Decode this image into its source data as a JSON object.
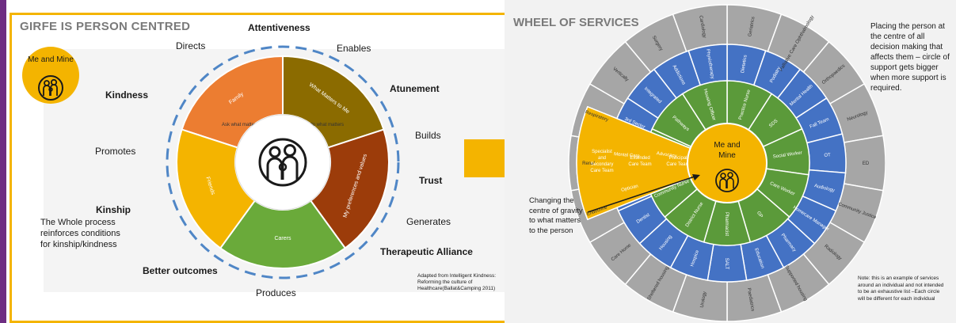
{
  "left": {
    "title": "GIRFE IS PERSON CENTRED",
    "badge": "Me and Mine",
    "labels": {
      "attentiveness": "Attentiveness",
      "directs": "Directs",
      "enables": "Enables",
      "kindness": "Kindness",
      "atunement": "Atunement",
      "builds": "Builds",
      "promotes": "Promotes",
      "trust": "Trust",
      "kinship": "Kinship",
      "generates": "Generates",
      "therapeutic": "Therapeutic Alliance",
      "better": "Better outcomes",
      "produces": "Produces"
    },
    "whole_process": "The Whole process reinforces conditions for kinship/kindness",
    "segments": [
      "Family",
      "What Matters to Me",
      "My preferences and values",
      "Carers",
      "Friends"
    ],
    "center_ring_text": "Ask what matters, Listen to what matters, do what matters",
    "citation": "Adapted from Intelligent Kindness: Reforming the culture of Healthcare(Ballat&Camping 2011)"
  },
  "right": {
    "title": "WHEEL OF SERVICES",
    "center": "Me and Mine",
    "top_note": "Placing the person at the centre of all decision making that affects them – circle of support gets bigger when more support is required.",
    "bottom_note": "Note: this is an example of services around an individual and not intended to be an exhaustive list –Each circle will be different for each individual",
    "changing": "Changing the centre of gravity to what matters to the person",
    "yellow_labels": [
      "Specialist and Secondary Care Team",
      "Extended Care Team",
      "Principal Care Team"
    ],
    "grey_ring": [
      "Geriatrics",
      "Palliative Care Ophthalmology",
      "Orthopaedics",
      "Neurology",
      "ED",
      "Community Justice",
      "Radiology",
      "Supported housing",
      "Paediatrics",
      "Urology",
      "Sheltered housing",
      "Care Home",
      "Endocrine",
      "Renal",
      "Respiratory",
      "Vertically",
      "Surgery",
      "Cardiology"
    ],
    "blue_ring": [
      "Dietetics",
      "Podiatry",
      "Mental Health",
      "Fall Team",
      "OT",
      "Audiology",
      "Homecare Manager",
      "Pharmacy",
      "Education",
      "SALT",
      "Hospice",
      "Housing",
      "Dentist",
      "Optician",
      "Mental Care",
      "3rd Sector",
      "Integrated",
      "Addictions",
      "Physiotherapy"
    ],
    "green_ring": [
      "Practice Nurse",
      "SDS",
      "Social Worker",
      "Care Worker",
      "GP",
      "Pharmacist",
      "District Nurse",
      "Community Nurse",
      "Advocacy",
      "Pathways",
      "Housing Officer"
    ]
  },
  "colors": {
    "yellow": "#f4b400",
    "grey": "#a6a6a6",
    "blue": "#4472c4",
    "green": "#5b9a3a",
    "purple": "#6e2d82"
  }
}
